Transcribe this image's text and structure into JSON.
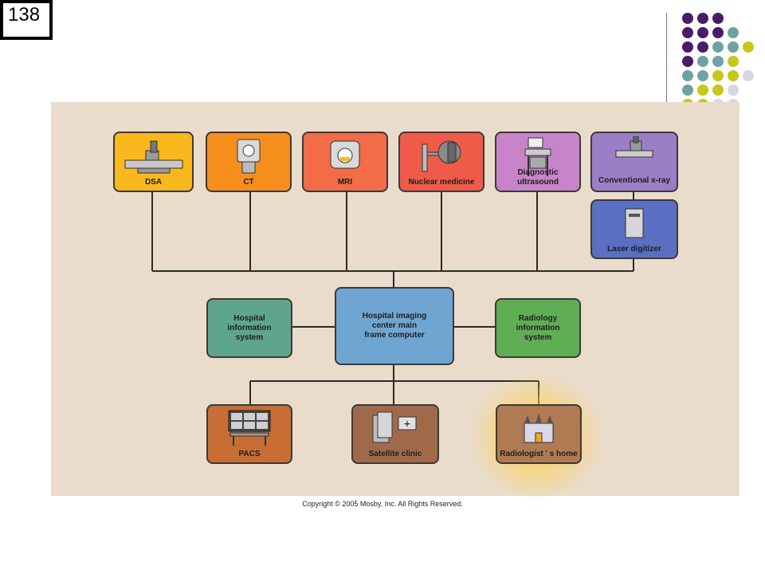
{
  "slide": {
    "number": "138"
  },
  "decor": {
    "dot_colors": {
      "purple": "#4a1a6b",
      "teal": "#6fa3a3",
      "lime": "#c7c71a",
      "lavender": "#d6d6e6"
    }
  },
  "diagram": {
    "modalities": [
      {
        "id": "dsa",
        "label": "DSA",
        "color": "#f9b81d",
        "icon": "angiography-table-icon"
      },
      {
        "id": "ct",
        "label": "CT",
        "color": "#f68e1e",
        "icon": "ct-scanner-icon"
      },
      {
        "id": "mri",
        "label": "MRI",
        "color": "#f26c47",
        "icon": "mri-scanner-icon"
      },
      {
        "id": "nuclear",
        "label": "Nuclear medicine",
        "color": "#ef5b48",
        "icon": "gamma-camera-icon"
      },
      {
        "id": "ultrasound",
        "label": "Diagnostic ultrasound",
        "color": "#c884c8",
        "icon": "ultrasound-cart-icon"
      },
      {
        "id": "xray",
        "label": "Conventional x-ray",
        "color": "#9b7fc6",
        "icon": "xray-table-icon"
      }
    ],
    "digitizer": {
      "label": "Laser digitizer",
      "color": "#5a6ec2",
      "icon": "digitizer-icon"
    },
    "hub": {
      "label": "Hospital imaging center main frame computer",
      "color": "#6fa6d1"
    },
    "his": {
      "label": "Hospital information system",
      "color": "#5ea58b"
    },
    "ris": {
      "label": "Radiology information system",
      "color": "#5fae54"
    },
    "outputs": [
      {
        "id": "pacs",
        "label": "PACS",
        "color": "#c86d34",
        "icon": "pacs-workstation-icon"
      },
      {
        "id": "satellite",
        "label": "Satellite clinic",
        "color": "#a06a4a",
        "icon": "clinic-computer-icon"
      },
      {
        "id": "home",
        "label": "Radiologist ' s home",
        "color": "#b07a52",
        "icon": "castle-icon"
      }
    ],
    "copyright": "Copyright © 2005 Mosby, Inc. All Rights Reserved."
  }
}
